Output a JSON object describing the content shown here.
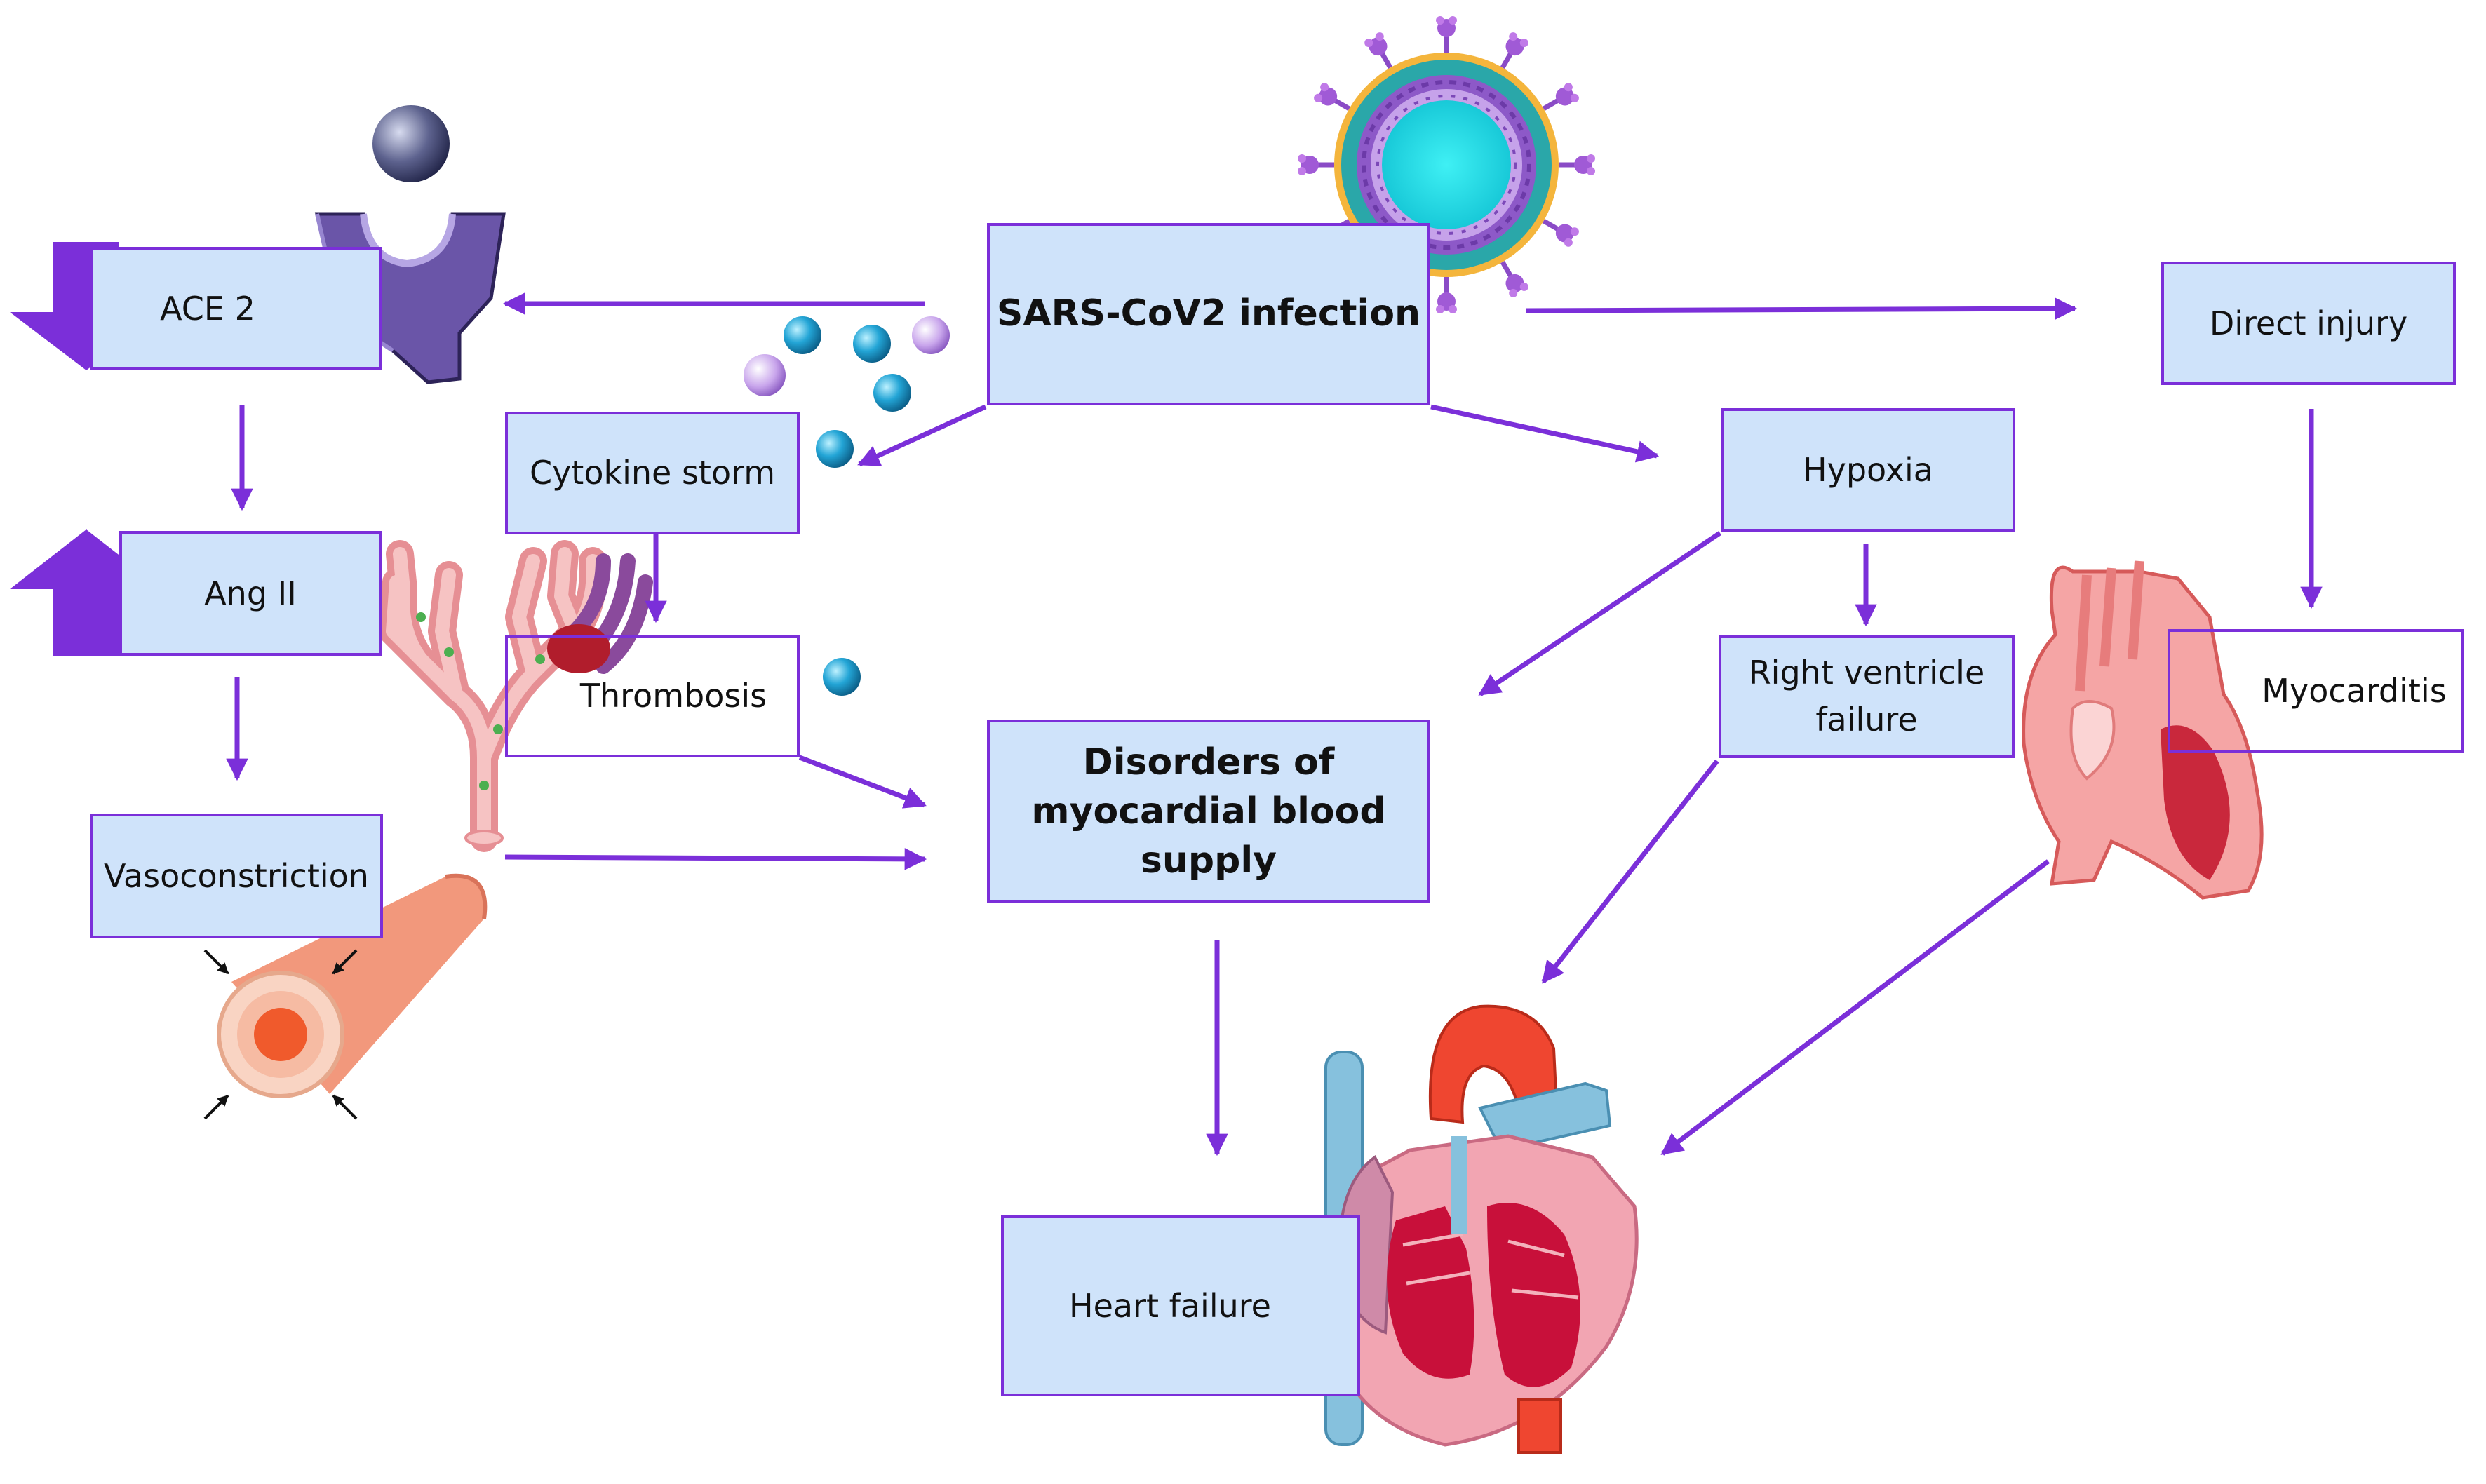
{
  "nodes": {
    "sars": {
      "label": "SARS-CoV2 infection"
    },
    "ace2": {
      "label": "ACE 2"
    },
    "angii": {
      "label": "Ang II"
    },
    "vasoconstriction": {
      "label": "Vasoconstriction"
    },
    "cytokine": {
      "label": "Cytokine storm"
    },
    "thrombosis": {
      "label": "Thrombosis"
    },
    "disorders": {
      "line1": "Disorders of",
      "line2": "myocardial blood",
      "line3": "supply"
    },
    "hypoxia": {
      "label": "Hypoxia"
    },
    "rvf": {
      "line1": "Right ventricle",
      "line2": "failure"
    },
    "direct": {
      "label": "Direct injury"
    },
    "myocarditis": {
      "label": "Myocarditis"
    },
    "heartfailure": {
      "label": "Heart failure"
    }
  },
  "colors": {
    "arrow": "#7b2fd9",
    "box_fill": "#cfe3fa",
    "box_border": "#7b2fd9"
  },
  "icons": [
    "virus-icon",
    "ace2-receptor-icon",
    "cytokine-particle-icon",
    "capillary-thrombus-icon",
    "blood-vessel-icon",
    "heart-icon"
  ]
}
